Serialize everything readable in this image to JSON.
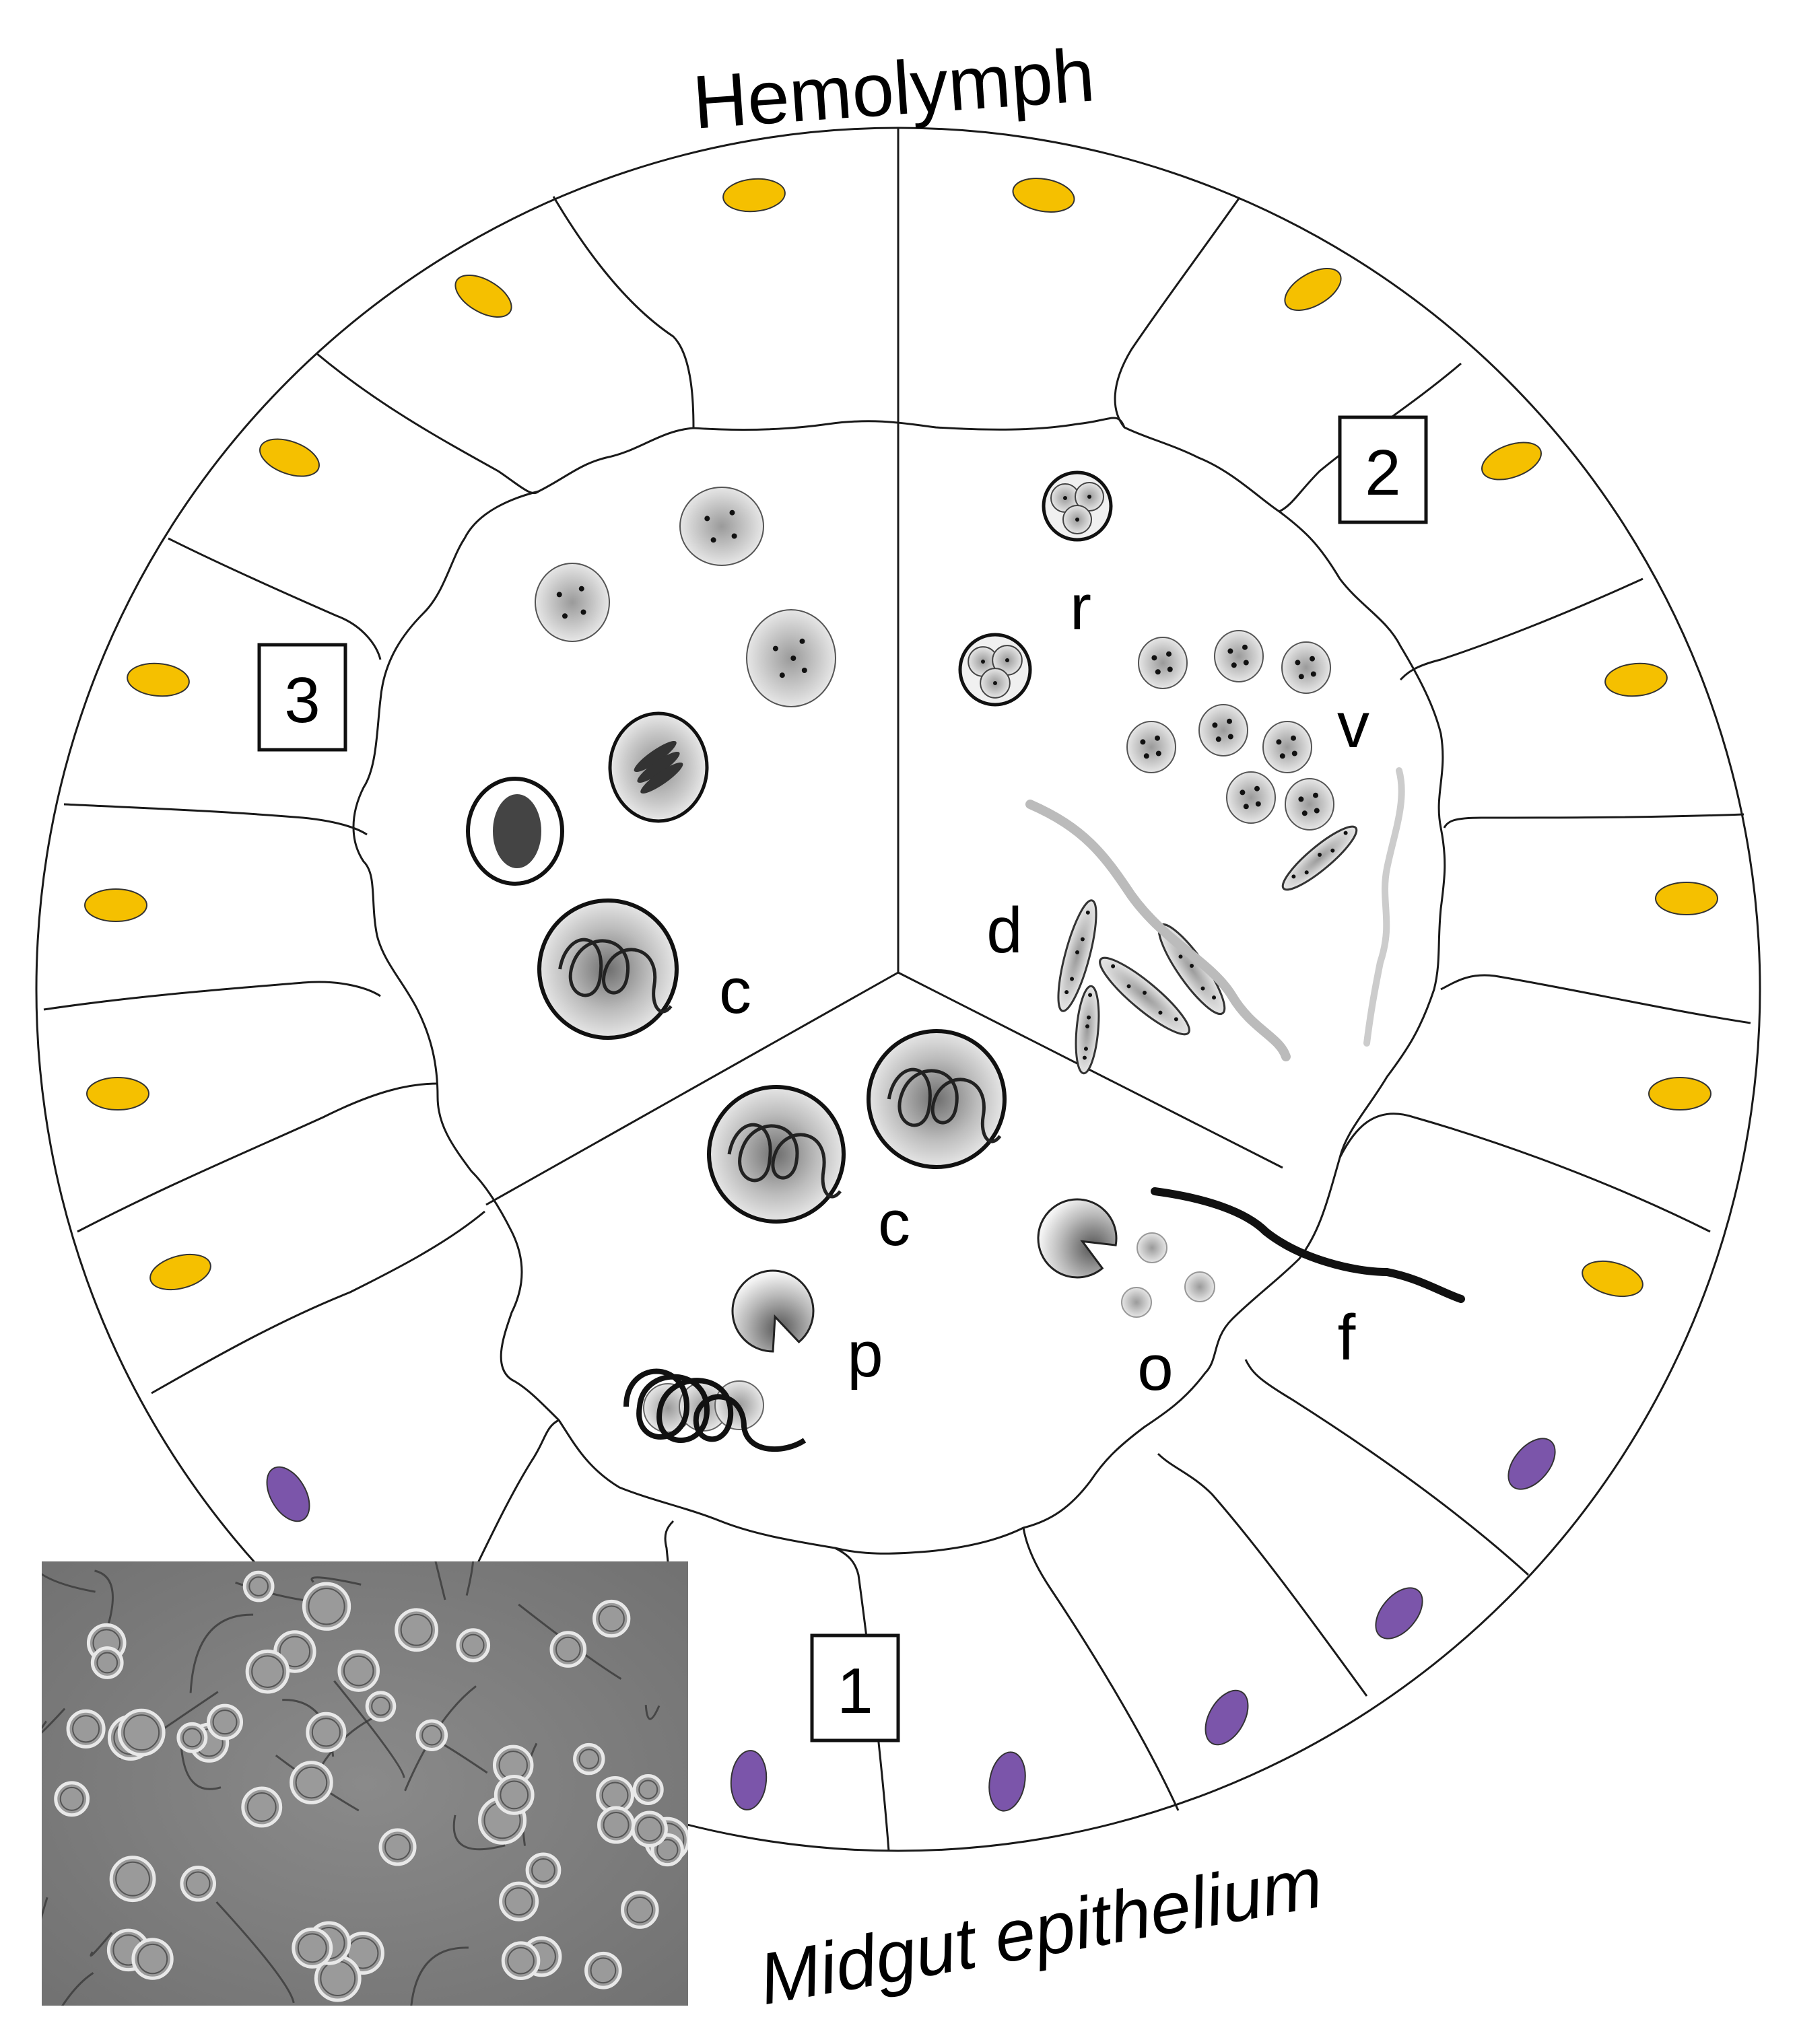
{
  "diagram": {
    "top_label": "Hemolymph",
    "bottom_label": "Midgut epithelium",
    "section_labels": [
      "1",
      "2",
      "3"
    ],
    "form_labels": {
      "r": "r",
      "v": "v",
      "d": "d",
      "c_upper": "c",
      "c_lower": "c",
      "p": "p",
      "o": "o",
      "f": "f"
    },
    "colors": {
      "nucleus_yellow": "#F5C000",
      "nucleus_purple": "#7B55AA",
      "outline": "#1a1a1a",
      "photo_background": "#7b7b7b"
    },
    "inset_photo": "micrograph of flagellated cells"
  }
}
